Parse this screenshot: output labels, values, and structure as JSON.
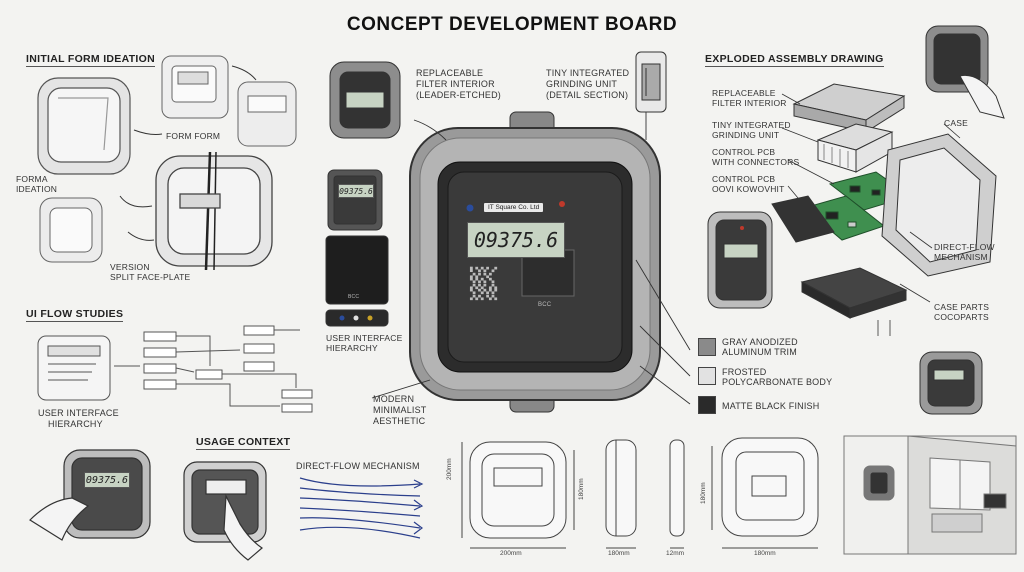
{
  "title": "CONCEPT DEVELOPMENT BOARD",
  "sections": {
    "initial_form": "INITIAL FORM IDEATION",
    "ui_flow": "UI FLOW STUDIES",
    "usage": "USAGE CONTEXT",
    "exploded": "EXPLODED ASSEMBLY DRAWING"
  },
  "ideation_labels": {
    "form_form": "FORM FORM",
    "forma_ideation_1": "FORMA",
    "forma_ideation_2": "IDEATION",
    "version_1": "VERSION",
    "version_2": "SPLIT FACE-PLATE"
  },
  "ui_flow_labels": {
    "hierarchy_1": "USER INTERFACE",
    "hierarchy_2": "HIERARCHY"
  },
  "callouts": {
    "filter_1": "REPLACEABLE",
    "filter_2": "FILTER INTERIOR",
    "filter_3": "(LEADER-ETCHED)",
    "grinding_1": "TINY INTEGRATED",
    "grinding_2": "GRINDING UNIT",
    "grinding_3": "(DETAIL SECTION)",
    "ui_hier_1": "USER INTERFACE",
    "ui_hier_2": "HIERARCHY",
    "modern_1": "MODERN",
    "modern_2": "MINIMALIST",
    "modern_3": "AESTHETIC",
    "direct_flow": "DIRECT-FLOW MECHANISM"
  },
  "device": {
    "brand": "IT Square Co. Ltd",
    "display": "09375.6",
    "badge": "BCC",
    "small_display": "09375.6",
    "usage_display": "09375.6"
  },
  "materials": [
    {
      "line1": "GRAY ANODIZED",
      "line2": "ALUMINUM TRIM",
      "color": "#8a8a8a"
    },
    {
      "line1": "FROSTED",
      "line2": "POLYCARBONATE BODY",
      "color": "#e2e2e2"
    },
    {
      "line1": "MATTE BLACK FINISH",
      "line2": "",
      "color": "#2a2a2a"
    }
  ],
  "exploded_labels": {
    "filter_1": "REPLACEABLE",
    "filter_2": "FILTER INTERIOR",
    "grinding_1": "TINY INTEGRATED",
    "grinding_2": "GRINDING UNIT",
    "pcb_a_1": "CONTROL PCB",
    "pcb_a_2": "WITH CONNECTORS",
    "pcb_b_1": "CONTROL PCB",
    "pcb_b_2": "OOVI KOWOVHIT",
    "case": "CASE",
    "direct_1": "DIRECT-FLOW",
    "direct_2": "MECHANISM",
    "parts_1": "CASE PARTS",
    "parts_2": "COCOPARTS"
  },
  "dimensions": {
    "front_w": "200mm",
    "front_h": "200mm",
    "front_h2": "180mm",
    "side_w": "180mm",
    "depth": "12mm",
    "back_h": "180mm",
    "back_w": "180mm"
  },
  "colors": {
    "pcb_green": "#3f8f4f",
    "device_gray": "#9a9a9a",
    "led_red": "#c0392b",
    "led_blue": "#2a4c9c",
    "flow_blue": "#2b3f8c"
  }
}
